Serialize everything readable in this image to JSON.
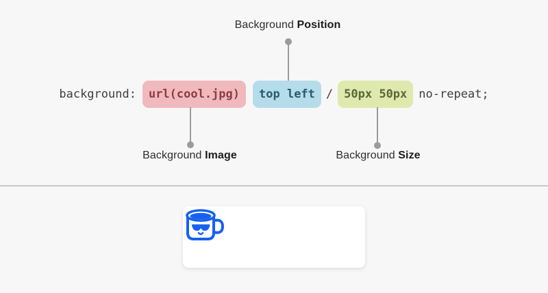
{
  "diagram": {
    "code": {
      "property": "background:",
      "image": "url(cool.jpg)",
      "position": "top left",
      "slash": "/",
      "size": "50px 50px",
      "repeat": "no-repeat;"
    },
    "labels": {
      "position": {
        "regular": "Background",
        "bold": "Position"
      },
      "image": {
        "regular": "Background",
        "bold": "Image"
      },
      "size": {
        "regular": "Background",
        "bold": "Size"
      }
    }
  },
  "demo": {
    "icon": "cool-mug-sunglasses-icon"
  },
  "colors": {
    "page_bg": "#f7f7f7",
    "code_text": "#3d3d3d",
    "image_chip_bg": "#f0b9bd",
    "image_chip_text": "#8d3c46",
    "position_chip_bg": "#b5dcea",
    "position_chip_text": "#2b5a6e",
    "size_chip_bg": "#dfe9ad",
    "size_chip_text": "#5a673a",
    "connector_gray": "#9b9b9b",
    "divider": "#c9c9c9",
    "card_bg": "#ffffff",
    "mug_blue": "#1661f0"
  }
}
